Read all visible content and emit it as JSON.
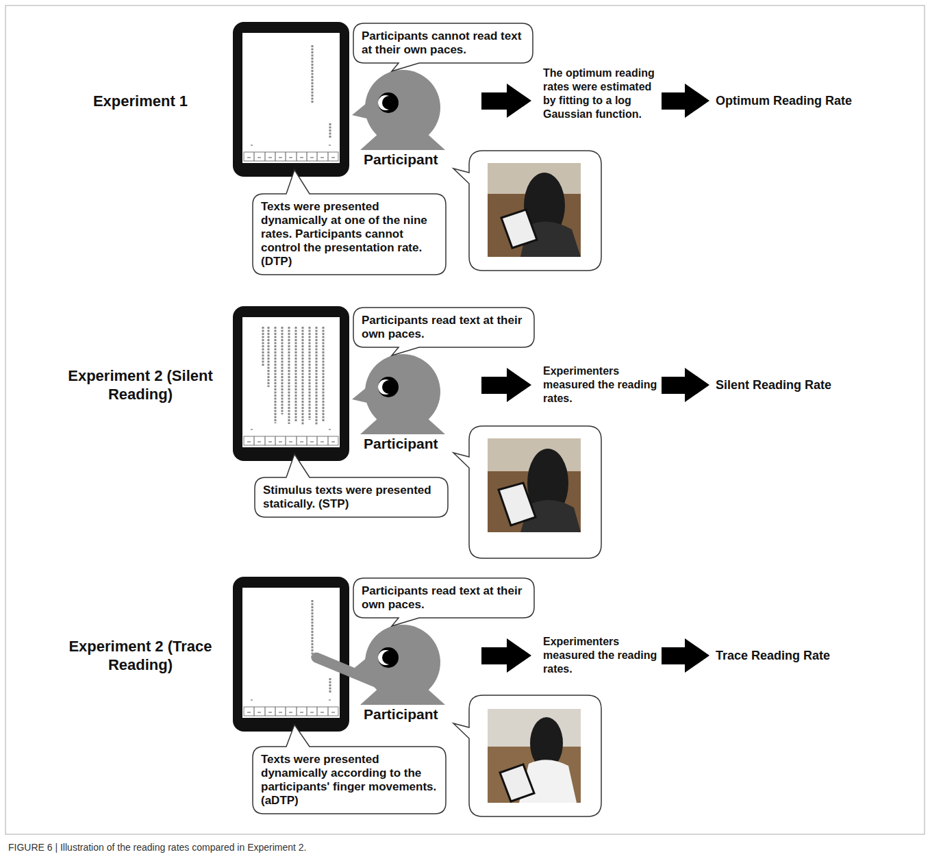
{
  "diagram": {
    "caption": "FIGURE 6 | Illustration of the reading rates compared in Experiment 2.",
    "nodes": [
      {
        "text": [
          "Participants cannot read text at their own paces."
        ]
      },
      {
        "text": [
          "Texts were presented dynamically at one of the nine rates. Participants cannot control the presentation rate. (DTP)"
        ]
      },
      {
        "text": [
          "Participants read text at their own paces."
        ]
      },
      {
        "text": [
          "Stimulus texts were presented statically. (STP)"
        ]
      },
      {
        "text": [
          "Participants read text at their own paces."
        ]
      },
      {
        "text": [
          "Texts were presented dynamically according to the participants' finger movements. (aDTP)"
        ]
      }
    ],
    "labels": [
      "Experiment 1",
      "Participant",
      "The optimum reading rates were estimated by fitting to a log Gaussian function.",
      "Optimum Reading Rate",
      "Experiment 2 (Silent Reading)",
      "Participant",
      "Experimenters measured the reading rates.",
      "Silent Reading Rate",
      "Experiment 2 (Trace Reading)",
      "Participant",
      "Experimenters measured the reading rates.",
      "Trace Reading Rate"
    ]
  }
}
